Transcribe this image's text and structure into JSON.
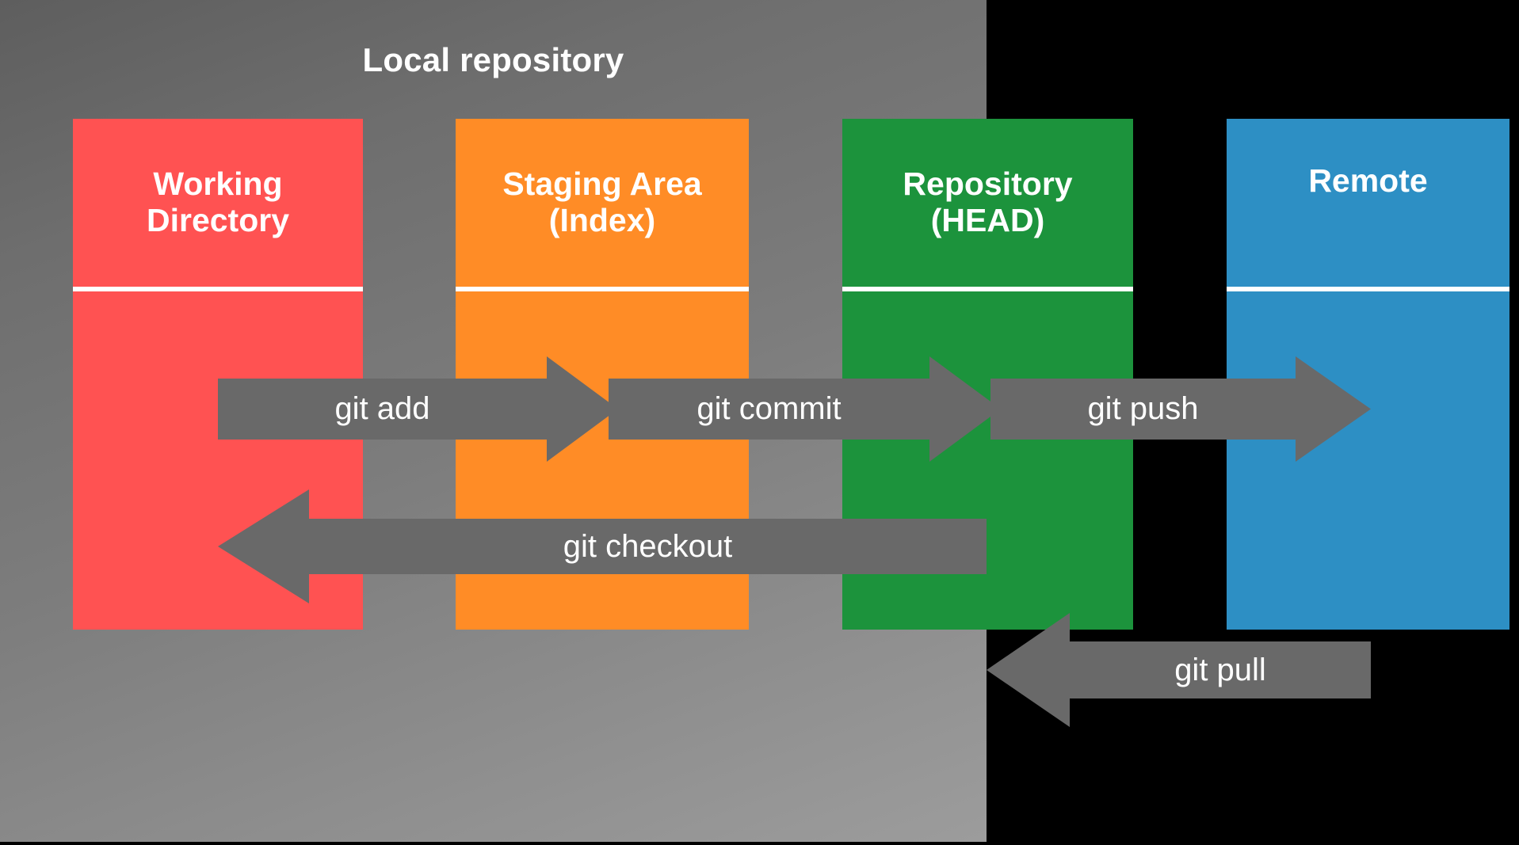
{
  "diagram": {
    "title": "Local repository",
    "background_color": "#000000",
    "panel_color": "#7d7d7d",
    "arrow_color": "#696969"
  },
  "boxes": [
    {
      "name": "working-directory",
      "title": "Working\nDirectory",
      "color": "#FF5252"
    },
    {
      "name": "staging-area",
      "title": "Staging Area\n(Index)",
      "color": "#FF8C26"
    },
    {
      "name": "repository-head",
      "title": "Repository\n(HEAD)",
      "color": "#1C933C"
    },
    {
      "name": "remote",
      "title": "Remote",
      "color": "#2D8FC4"
    }
  ],
  "arrows": [
    {
      "name": "git-add",
      "label": "git add",
      "direction": "right",
      "from": "Working Directory",
      "to": "Staging Area (Index)"
    },
    {
      "name": "git-commit",
      "label": "git commit",
      "direction": "right",
      "from": "Staging Area (Index)",
      "to": "Repository (HEAD)"
    },
    {
      "name": "git-push",
      "label": "git push",
      "direction": "right",
      "from": "Repository (HEAD)",
      "to": "Remote"
    },
    {
      "name": "git-checkout",
      "label": "git checkout",
      "direction": "left",
      "from": "Repository (HEAD)",
      "to": "Working Directory"
    },
    {
      "name": "git-pull",
      "label": "git pull",
      "direction": "left",
      "from": "Remote",
      "to": "Repository (HEAD)"
    }
  ]
}
